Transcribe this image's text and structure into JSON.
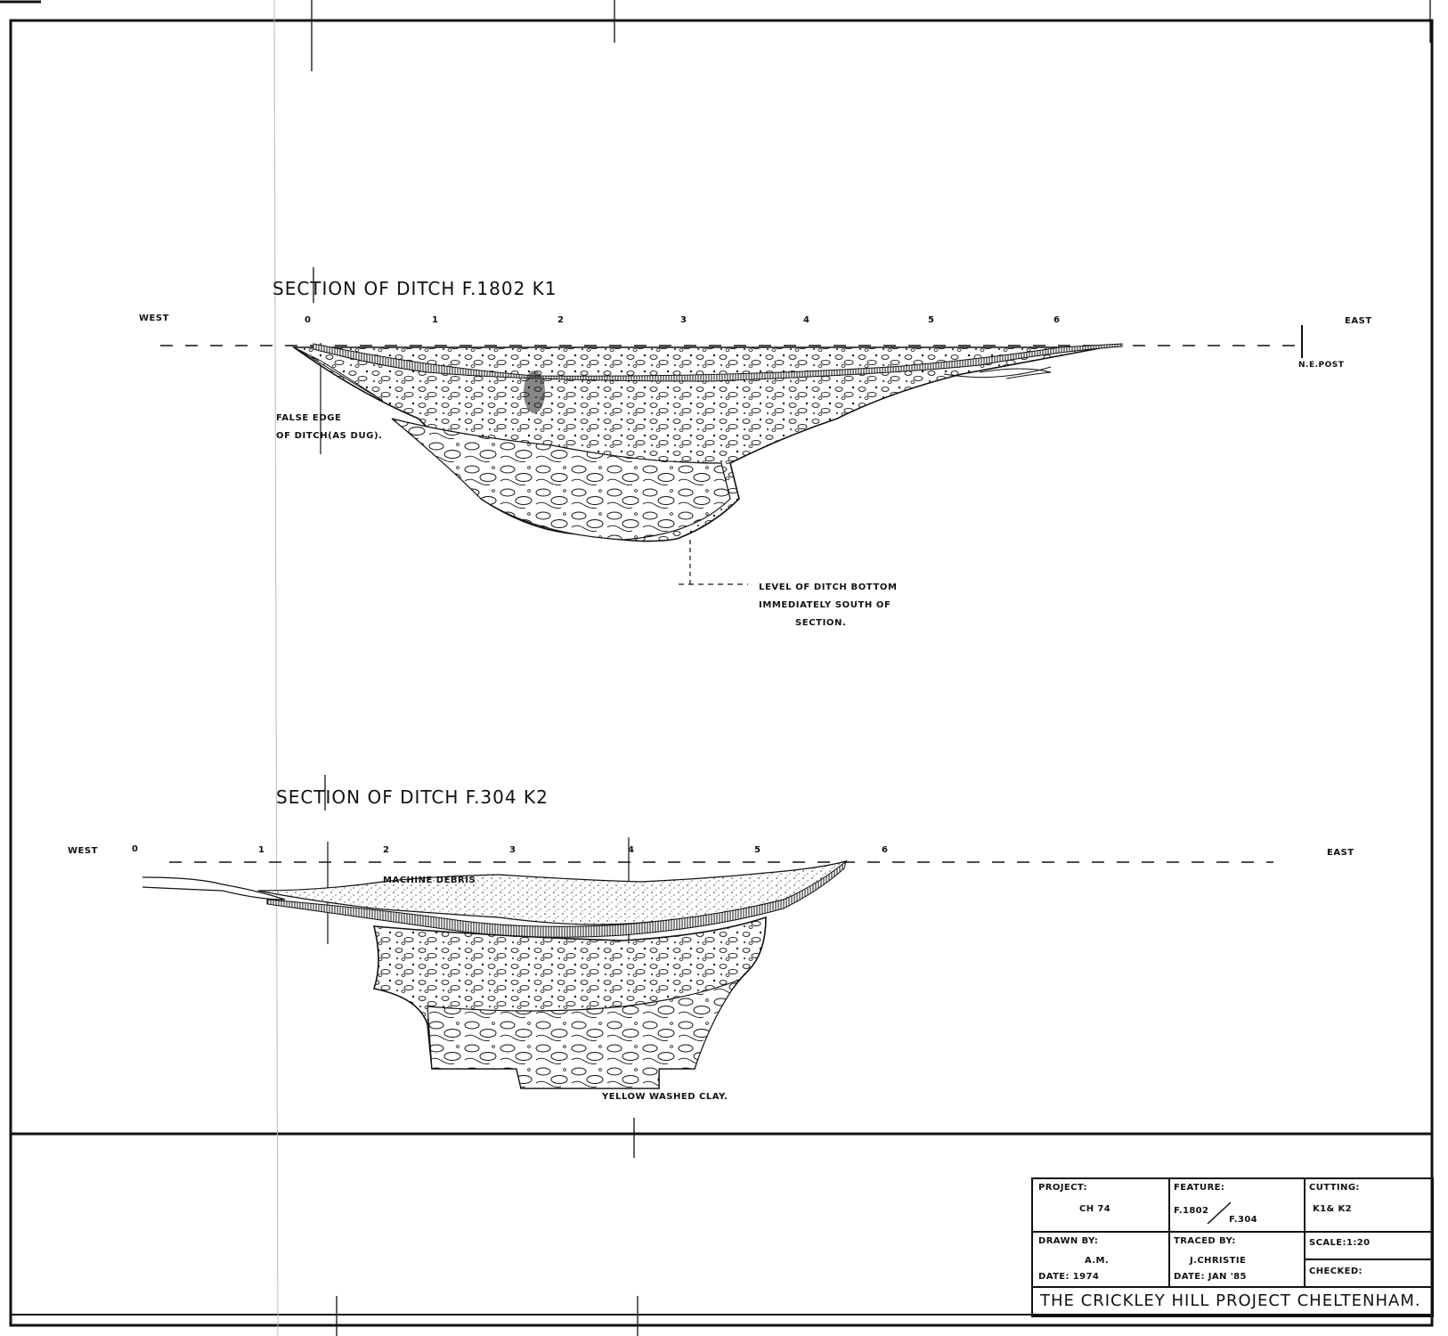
{
  "sheet": {
    "section1": {
      "title": "SECTION OF DITCH   F.1802     K1",
      "west_label": "WEST",
      "east_label": "EAST",
      "scale_ticks": [
        "0",
        "1",
        "2",
        "3",
        "4",
        "5",
        "6"
      ],
      "post_label": "N.E.POST",
      "false_edge_note": [
        "FALSE EDGE",
        "OF DITCH(AS DUG)."
      ],
      "ditch_bottom_note": [
        "LEVEL OF DITCH BOTTOM",
        "IMMEDIATELY SOUTH OF",
        "SECTION."
      ]
    },
    "section2": {
      "title": "SECTION OF DITCH F.304  K2",
      "west_label": "WEST",
      "east_label": "EAST",
      "scale_ticks": [
        "0",
        "1",
        "2",
        "3",
        "4",
        "5",
        "6"
      ],
      "machine_debris_note": "MACHINE DEBRIS",
      "clay_note": "YELLOW WASHED CLAY."
    },
    "title_block": {
      "project_label": "PROJECT:",
      "project_value": "CH 74",
      "feature_label": "FEATURE:",
      "feature_value_1": "F.1802",
      "feature_value_2": "F.304",
      "cutting_label": "CUTTING:",
      "cutting_value": "K1& K2",
      "drawn_by_label": "DRAWN BY:",
      "drawn_by_value": "A.M.",
      "drawn_date": "DATE: 1974",
      "traced_by_label": "TRACED BY:",
      "traced_by_value": "J.CHRISTIE",
      "traced_date": "DATE: JAN '85",
      "scale_label": "SCALE:",
      "scale_value": "1:20",
      "checked_label": "CHECKED:",
      "footer": "THE CRICKLEY HILL PROJECT CHELTENHAM."
    }
  }
}
